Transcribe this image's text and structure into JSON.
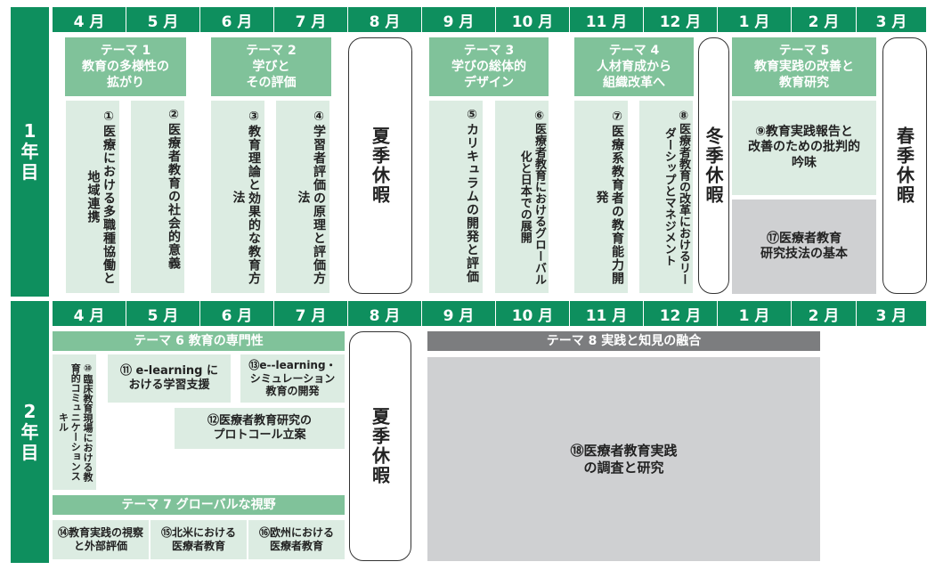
{
  "years": [
    "1\n年\n目",
    "2\n年\n目"
  ],
  "months": [
    "4 月",
    "5 月",
    "6 月",
    "7 月",
    "8 月",
    "9 月",
    "10 月",
    "11 月",
    "12 月",
    "1 月",
    "2 月",
    "3 月"
  ],
  "year1": {
    "theme1": "テーマ 1\n教育の多様性の\n拡がり",
    "theme2": "テーマ 2\n学びと\nその評価",
    "theme3": "テーマ 3\n学びの総体的\nデザイン",
    "theme4": "テーマ 4\n人材育成から\n組織改革へ",
    "theme5": "テーマ 5\n教育実践の改善と\n教育研究",
    "c1": "①医療における多職種協働と地域連携",
    "c2": "②医療者教育の社会的意義",
    "c3": "③教育理論と効果的な教育方法",
    "c4": "④学習者評価の原理と評価方法",
    "c5": "⑤カリキュラムの開発と評価",
    "c6": "⑥医療者教育におけるグローバル化と日本での展開",
    "c7": "⑦医療系教育者の教育能力開発",
    "c8": "⑧医療者教育の改革におけるリーダーシップとマネジメント",
    "c9": "⑨教育実践報告と\n改善のための批判的\n吟味",
    "c17": "⑰医療者教育\n研究技法の基本",
    "summer": "夏季休暇",
    "winter": "冬季休暇",
    "spring": "春季休暇"
  },
  "year2": {
    "theme6": "テーマ 6 教育の専門性",
    "theme7": "テーマ 7 グローバルな視野",
    "theme8": "テーマ 8 実践と知見の融合",
    "c10": "⑩臨床教育現場における教育的コミュニケーションスキル",
    "c11": "⑪ e-learning に\nおける学習支援",
    "c12": "⑫医療者教育研究の\nプロトコール立案",
    "c13": "⑬e--learning・\nシミュレーション\n教育の開発",
    "c14": "⑭教育実践の視察\nと外部評価",
    "c15": "⑮北米における\n医療者教育",
    "c16": "⑯欧州における\n医療者教育",
    "c18": "⑱医療者教育実践\nの調査と研究",
    "summer": "夏季休暇"
  },
  "colors": {
    "primary": "#0e8f5e",
    "theme": "#80c29a",
    "cell": "#dcece2",
    "gray_cell": "#cfd0d2",
    "gray_theme": "#7c7d7f"
  }
}
